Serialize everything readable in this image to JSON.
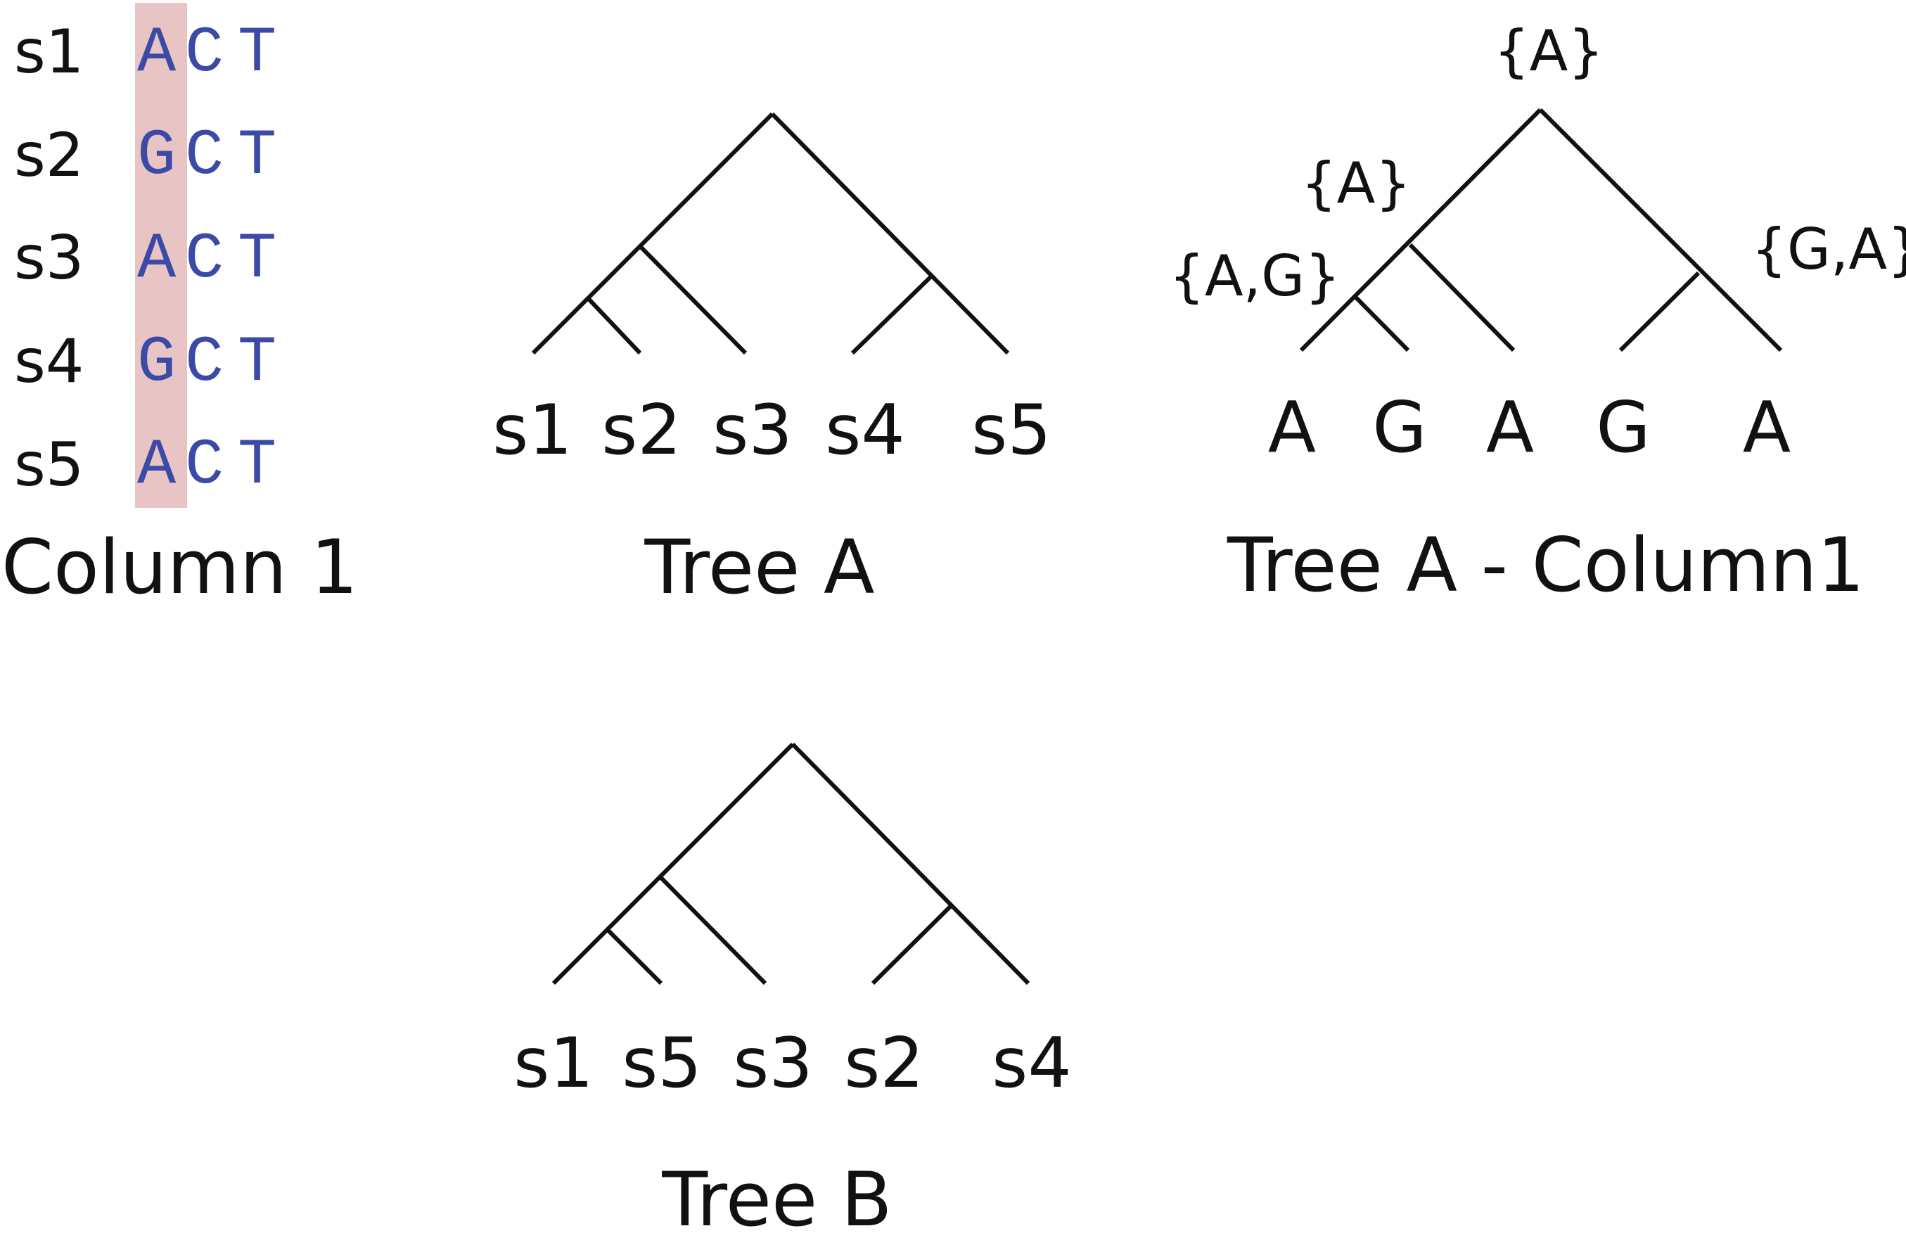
{
  "alignment": {
    "caption": "Column 1",
    "highlight_color": "#e8c4c4",
    "residue_color": "#3a4aa6",
    "rows": [
      {
        "name": "s1",
        "residues": [
          "A",
          "C",
          "T"
        ]
      },
      {
        "name": "s2",
        "residues": [
          "G",
          "C",
          "T"
        ]
      },
      {
        "name": "s3",
        "residues": [
          "A",
          "C",
          "T"
        ]
      },
      {
        "name": "s4",
        "residues": [
          "G",
          "C",
          "T"
        ]
      },
      {
        "name": "s5",
        "residues": [
          "A",
          "C",
          "T"
        ]
      }
    ],
    "highlighted_column": 1
  },
  "tree_a": {
    "caption": "Tree A",
    "leaves": [
      "s1",
      "s2",
      "s3",
      "s4",
      "s5"
    ]
  },
  "tree_a_column1": {
    "caption": "Tree A - Column1",
    "leaf_states": [
      "A",
      "G",
      "A",
      "G",
      "A"
    ],
    "node_sets": {
      "root": "{A}",
      "left_internal": "{A}",
      "left_cherry": "{A,G}",
      "right_cherry": "{G,A}"
    }
  },
  "tree_b": {
    "caption": "Tree B",
    "leaves": [
      "s1",
      "s5",
      "s3",
      "s2",
      "s4"
    ]
  }
}
